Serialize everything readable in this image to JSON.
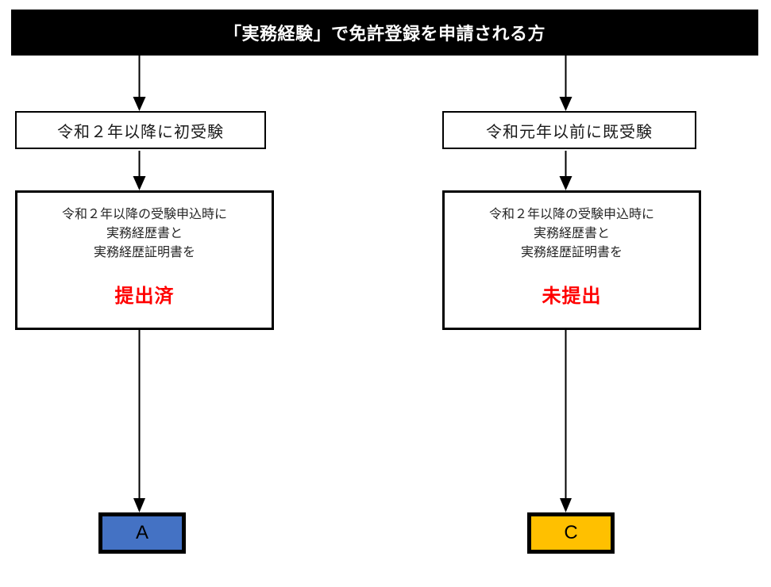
{
  "header": {
    "title": "「実務経験」で免許登録を申請される方",
    "background_color": "#000000",
    "text_color": "#ffffff"
  },
  "branches": [
    {
      "id": "left",
      "condition": "令和２年以降に初受験",
      "detail": {
        "lines": [
          "令和２年以降の受験申込時に",
          "実務経歴書と",
          "実務経歴証明書を"
        ],
        "status": "提出済",
        "status_color": "#ff0000"
      },
      "result": {
        "label": "A",
        "fill_color": "#4472c4",
        "border_color": "#000000"
      }
    },
    {
      "id": "right",
      "condition": "令和元年以前に既受験",
      "detail": {
        "lines": [
          "令和２年以降の受験申込時に",
          "実務経歴書と",
          "実務経歴証明書を"
        ],
        "status": "未提出",
        "status_color": "#ff0000"
      },
      "result": {
        "label": "C",
        "fill_color": "#ffc000",
        "border_color": "#000000"
      }
    }
  ],
  "connectors": [
    {
      "name": "header-to-left-condition"
    },
    {
      "name": "header-to-right-condition"
    },
    {
      "name": "left-condition-to-left-detail"
    },
    {
      "name": "right-condition-to-right-detail"
    },
    {
      "name": "left-detail-to-result-a"
    },
    {
      "name": "right-detail-to-result-c"
    }
  ]
}
